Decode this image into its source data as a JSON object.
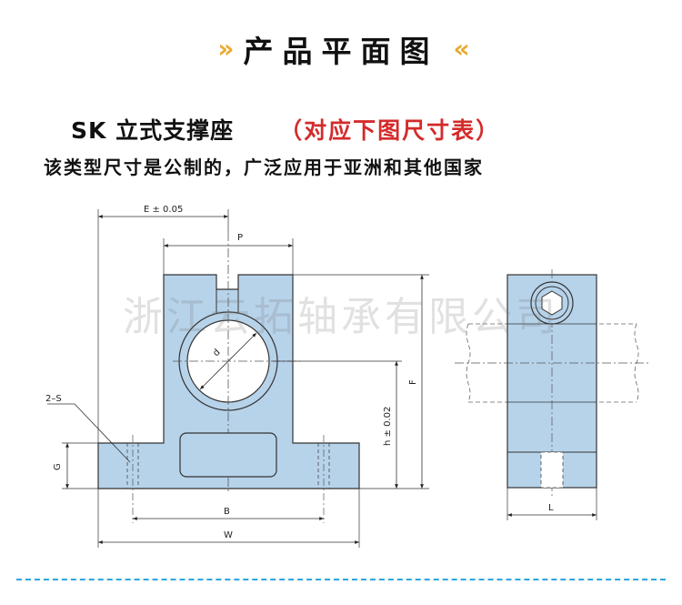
{
  "header": {
    "title": "产品平面图",
    "left_chevron_icon": "double-chevron-right-icon",
    "right_chevron_icon": "double-chevron-left-icon",
    "accent_color": "#e9a92c"
  },
  "product": {
    "name": "SK 立式支撑座",
    "note": "（对应下图尺寸表）",
    "note_color": "#d42b2b",
    "description": "该类型尺寸是公制的，广泛应用于亚洲和其他国家"
  },
  "watermark": "浙江云拓轴承有限公司",
  "dimensions": {
    "E": "E ± 0.05",
    "P": "P",
    "d": "d",
    "F": "F",
    "h": "h ± 0.02",
    "S": "2–S",
    "G": "G",
    "B": "B",
    "W": "W",
    "L": "L"
  },
  "colors": {
    "part_fill": "#b7d3ea",
    "part_stroke": "#333333",
    "divider": "#2da6e0"
  }
}
